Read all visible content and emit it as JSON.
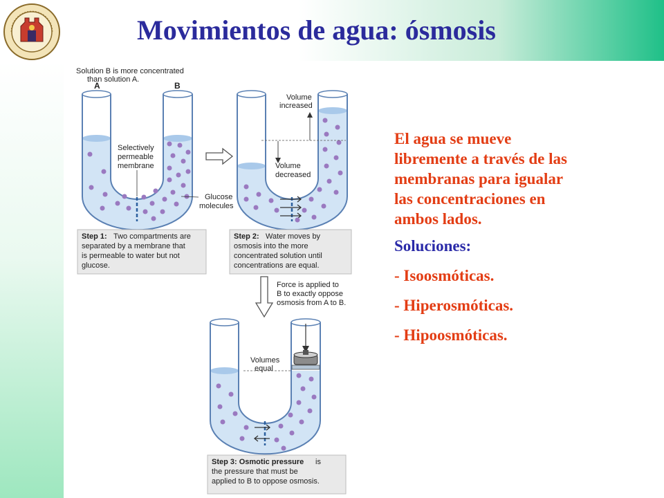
{
  "slide": {
    "title": "Movimientos de agua: ósmosis"
  },
  "seal": {
    "text": "UNIVERSITAS STVDIORVM MVRCIENSIS · ANNO MCCLXXII"
  },
  "diagram": {
    "a_label": "A",
    "b_label": "B",
    "solution_note_1": "Solution B is more concentrated",
    "solution_note_2": "than solution A.",
    "membrane_1": "Selectively",
    "membrane_2": "permeable",
    "membrane_3": "membrane",
    "glucose_1": "Glucose",
    "glucose_2": "molecules",
    "vol_inc_1": "Volume",
    "vol_inc_2": "increased",
    "vol_dec_1": "Volume",
    "vol_dec_2": "decreased",
    "force_1": "Force is applied to",
    "force_2": "B to exactly oppose",
    "force_3": "osmosis from A to B.",
    "vol_eq_1": "Volumes",
    "vol_eq_2": "equal",
    "step1_bold": "Step 1:",
    "step1_l1": "Two compartments are",
    "step1_l2": "separated by a membrane that",
    "step1_l3": "is permeable to water but not",
    "step1_l4": "glucose.",
    "step2_bold": "Step 2:",
    "step2_l1": "Water moves by",
    "step2_l2": "osmosis into the more",
    "step2_l3": "concentrated solution until",
    "step2_l4": "concentrations are equal.",
    "step3_bold": "Step 3: Osmotic pressure",
    "step3_l1b": "is",
    "step3_l2": "the pressure that must be",
    "step3_l3": "applied to B to oppose osmosis."
  },
  "panel": {
    "para_lines": [
      "El agua se mueve",
      "libremente a través de las",
      "membranas para igualar",
      "las concentraciones en",
      "ambos lados."
    ],
    "solutions_title": "Soluciones:",
    "items": [
      "- Isoosmóticas.",
      "- Hiperosmóticas.",
      "- Hipoosmóticas."
    ]
  },
  "colors": {
    "title": "#2b2b9c",
    "text_red": "#e33d14",
    "text_blue": "#2a2aa8",
    "solution": "#d2e4f5",
    "molecule": "#9a79c0"
  }
}
